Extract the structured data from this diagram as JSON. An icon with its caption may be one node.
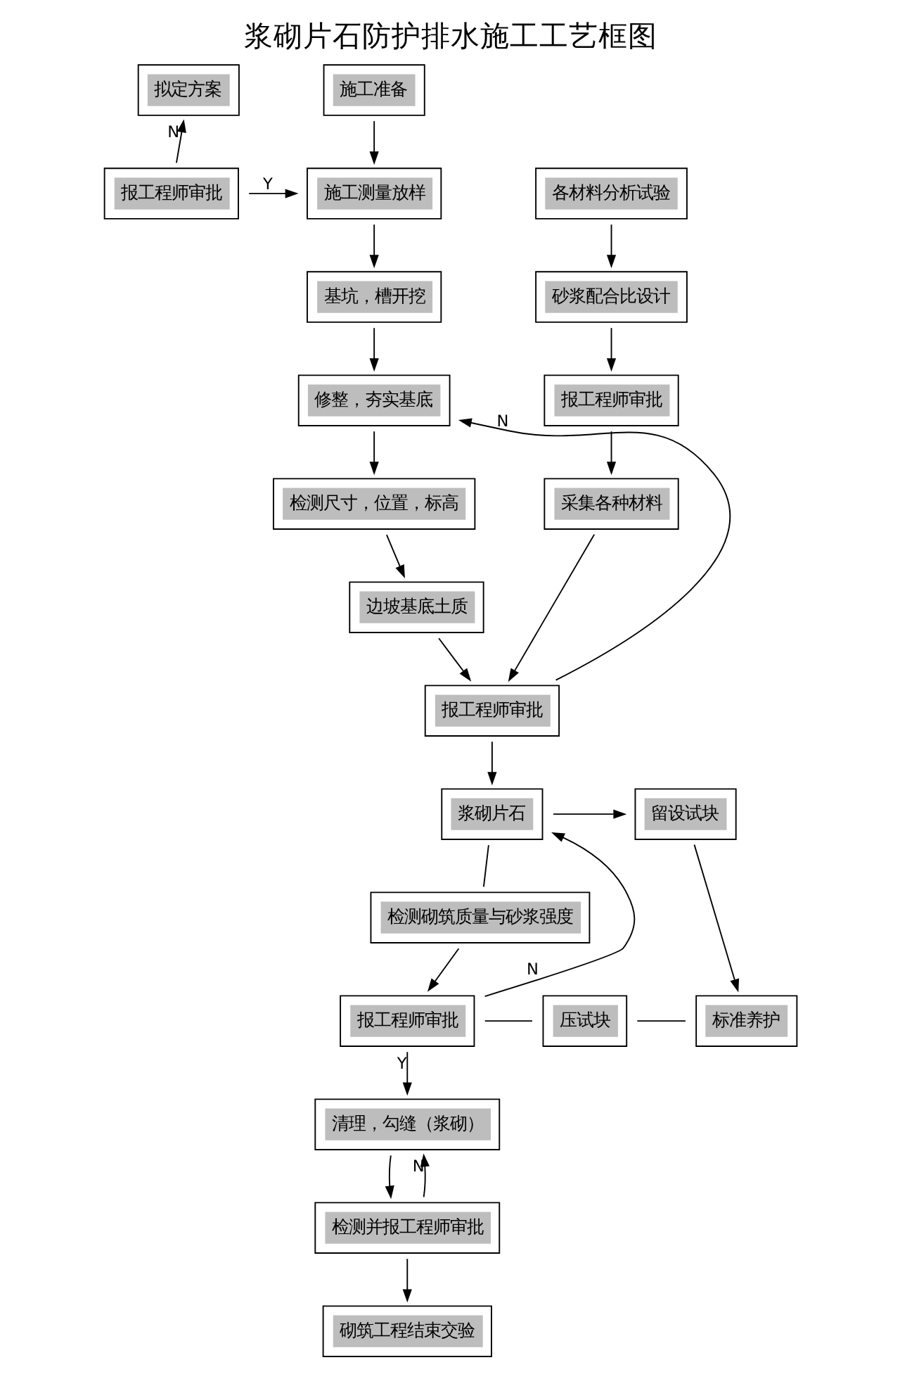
{
  "diagram": {
    "title": "浆砌片石防护排水施工工艺框图",
    "nodes": [
      {
        "text": [
          "拟定方案"
        ]
      },
      {
        "text": [
          "施工准备"
        ]
      },
      {
        "text": [
          "报工程师审批"
        ]
      },
      {
        "text": [
          "施工测量放样"
        ]
      },
      {
        "text": [
          "各材料分析试验"
        ]
      },
      {
        "text": [
          "基坑，槽开挖"
        ]
      },
      {
        "text": [
          "砂浆配合比设计"
        ]
      },
      {
        "text": [
          "修整，夯实基底"
        ]
      },
      {
        "text": [
          "报工程师审批"
        ]
      },
      {
        "text": [
          "检测尺寸，位置，标高"
        ]
      },
      {
        "text": [
          "采集各种材料"
        ]
      },
      {
        "text": [
          "边坡基底土质"
        ]
      },
      {
        "text": [
          "报工程师审批"
        ]
      },
      {
        "text": [
          "浆砌片石"
        ]
      },
      {
        "text": [
          "留设试块"
        ]
      },
      {
        "text": [
          "检测砌筑质量与砂浆强度"
        ]
      },
      {
        "text": [
          "报工程师审批"
        ]
      },
      {
        "text": [
          "压试块"
        ]
      },
      {
        "text": [
          "标准养护"
        ]
      },
      {
        "text": [
          "清理，勾缝（浆砌）"
        ]
      },
      {
        "text": [
          "检测并报工程师审批"
        ]
      },
      {
        "text": [
          "砌筑工程结束交验"
        ]
      }
    ],
    "edges": [
      {
        "from": 2,
        "to": 0,
        "arrow": "to",
        "label": "N"
      },
      {
        "from": 1,
        "to": 3,
        "arrow": "to"
      },
      {
        "from": 2,
        "to": 3,
        "arrow": "to",
        "label": "Y"
      },
      {
        "from": 3,
        "to": 5,
        "arrow": "to"
      },
      {
        "from": 4,
        "to": 6,
        "arrow": "to"
      },
      {
        "from": 5,
        "to": 7,
        "arrow": "to"
      },
      {
        "from": 6,
        "to": 8,
        "arrow": "to"
      },
      {
        "from": 7,
        "to": 9,
        "arrow": "to"
      },
      {
        "from": 8,
        "to": 10,
        "arrow": "to"
      },
      {
        "from": 9,
        "to": 11,
        "arrow": "to"
      },
      {
        "from": 11,
        "to": 12,
        "arrow": "to"
      },
      {
        "from": 10,
        "to": 12,
        "arrow": "to"
      },
      {
        "from": 12,
        "to": 7,
        "arrow": "to",
        "label": "N"
      },
      {
        "from": 12,
        "to": 13,
        "arrow": "to"
      },
      {
        "from": 13,
        "to": 14,
        "arrow": "to"
      },
      {
        "from": 13,
        "to": 15,
        "arrow": "none"
      },
      {
        "from": 15,
        "to": 16,
        "arrow": "to"
      },
      {
        "from": 14,
        "to": 18,
        "arrow": "to"
      },
      {
        "from": 18,
        "to": 17,
        "arrow": "none"
      },
      {
        "from": 17,
        "to": 16,
        "arrow": "none"
      },
      {
        "from": 16,
        "to": 13,
        "arrow": "to",
        "label": "N"
      },
      {
        "from": 16,
        "to": 19,
        "arrow": "to",
        "label": "Y"
      },
      {
        "from": 19,
        "to": 20,
        "arrow": "to"
      },
      {
        "from": 20,
        "to": 19,
        "arrow": "to",
        "label": "N"
      },
      {
        "from": 20,
        "to": 21,
        "arrow": "to"
      }
    ]
  }
}
